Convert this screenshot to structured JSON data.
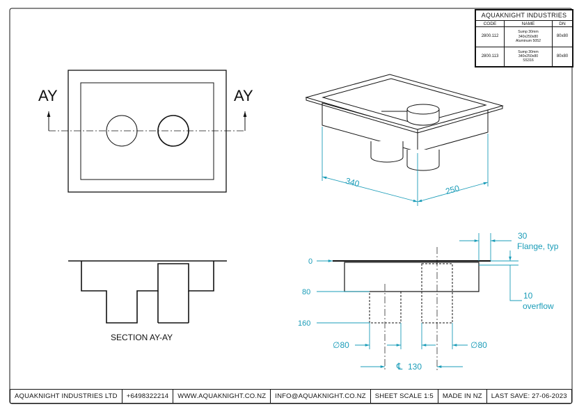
{
  "title_block": {
    "company": "AQUAKNIGHT INDUSTRIES",
    "headers": {
      "code": "CODE",
      "name": "NAME",
      "dn": "DN"
    },
    "rows": [
      {
        "code": "2800.112",
        "name_lines": [
          "Sump 30mm",
          "340x250x80",
          "Aluminum 5052"
        ],
        "dn": "80x80"
      },
      {
        "code": "2800.113",
        "name_lines": [
          "Sump 30mm",
          "340x250x80",
          "SS316"
        ],
        "dn": "80x80"
      }
    ]
  },
  "views": {
    "top_view": {
      "section_left": "AY",
      "section_right": "AY"
    },
    "section_view": {
      "caption": "SECTION AY-AY"
    },
    "iso_view": {
      "dim_length": "340",
      "dim_width": "250"
    },
    "side_view": {
      "level_0": "0",
      "level_80": "80",
      "level_160": "160",
      "flange_value": "30",
      "flange_label": "Flange, typ",
      "overflow_value": "10",
      "overflow_label": "overflow",
      "dia_left": "∅80",
      "dia_right": "∅80",
      "centerline_symbol": "℄",
      "centerline_value": "130"
    }
  },
  "footer": {
    "company": "AQUAKNIGHT INDUSTRIES LTD",
    "phone": "+6498322214",
    "website": "WWW.AQUAKNIGHT.CO.NZ",
    "email": "INFO@AQUAKNIGHT.CO.NZ",
    "scale": "SHEET SCALE 1:5",
    "origin": "MADE IN NZ",
    "last_save": "LAST SAVE: 27-06-2023"
  },
  "colors": {
    "line": "#111111",
    "dimension": "#1a9cb8"
  }
}
